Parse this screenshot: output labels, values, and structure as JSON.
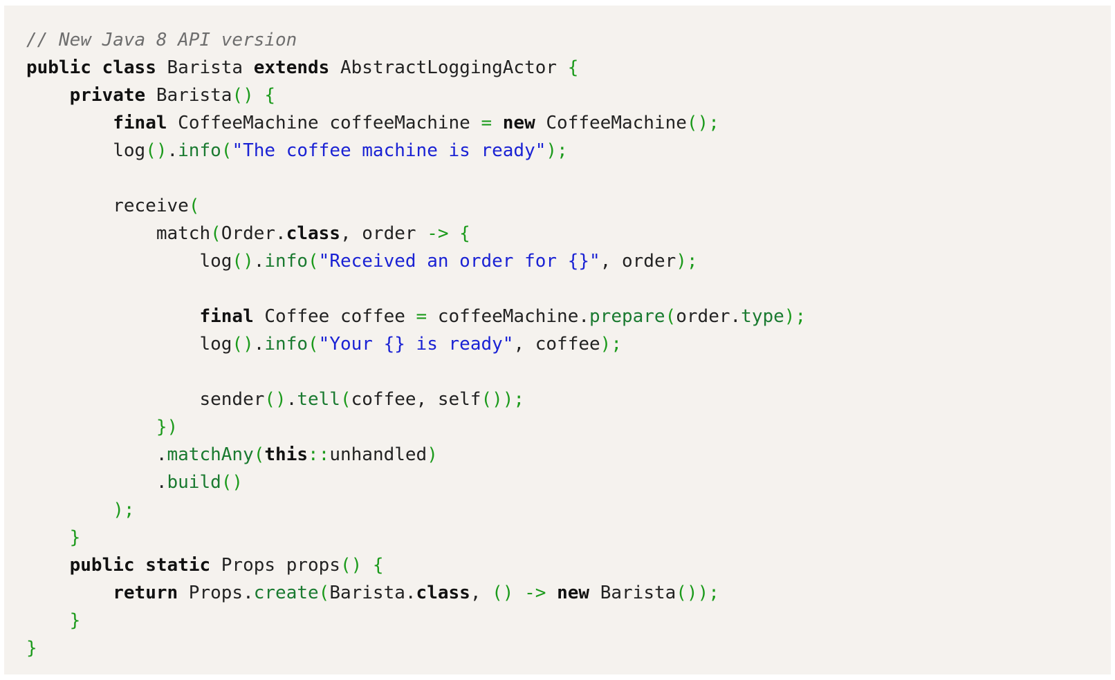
{
  "colors": {
    "background": "#f5f2ee",
    "keyword": "#111111",
    "comment": "#6e6e6e",
    "string": "#1a22d4",
    "punctuation": "#1b9a1b",
    "method": "#1a7a30",
    "identifier": "#222222"
  },
  "code": {
    "language": "java",
    "lines": [
      [
        {
          "k": "cm",
          "t": "// New Java 8 API version"
        }
      ],
      [
        {
          "k": "kw",
          "t": "public"
        },
        {
          "k": "id",
          "t": " "
        },
        {
          "k": "kw",
          "t": "class"
        },
        {
          "k": "id",
          "t": " Barista "
        },
        {
          "k": "kw",
          "t": "extends"
        },
        {
          "k": "id",
          "t": " AbstractLoggingActor "
        },
        {
          "k": "p",
          "t": "{"
        }
      ],
      [
        {
          "k": "id",
          "t": "    "
        },
        {
          "k": "kw",
          "t": "private"
        },
        {
          "k": "id",
          "t": " Barista"
        },
        {
          "k": "p",
          "t": "() {"
        }
      ],
      [
        {
          "k": "id",
          "t": "        "
        },
        {
          "k": "kw",
          "t": "final"
        },
        {
          "k": "id",
          "t": " CoffeeMachine coffeeMachine "
        },
        {
          "k": "p",
          "t": "="
        },
        {
          "k": "id",
          "t": " "
        },
        {
          "k": "kw",
          "t": "new"
        },
        {
          "k": "id",
          "t": " CoffeeMachine"
        },
        {
          "k": "p",
          "t": "();"
        }
      ],
      [
        {
          "k": "id",
          "t": "        log"
        },
        {
          "k": "p",
          "t": "()"
        },
        {
          "k": "id",
          "t": "."
        },
        {
          "k": "m",
          "t": "info"
        },
        {
          "k": "p",
          "t": "("
        },
        {
          "k": "str",
          "t": "\"The coffee machine is ready\""
        },
        {
          "k": "p",
          "t": ");"
        }
      ],
      [],
      [
        {
          "k": "id",
          "t": "        receive"
        },
        {
          "k": "p",
          "t": "("
        }
      ],
      [
        {
          "k": "id",
          "t": "            match"
        },
        {
          "k": "p",
          "t": "("
        },
        {
          "k": "id",
          "t": "Order."
        },
        {
          "k": "kw",
          "t": "class"
        },
        {
          "k": "id",
          "t": ", order "
        },
        {
          "k": "p",
          "t": "-> {"
        }
      ],
      [
        {
          "k": "id",
          "t": "                log"
        },
        {
          "k": "p",
          "t": "()"
        },
        {
          "k": "id",
          "t": "."
        },
        {
          "k": "m",
          "t": "info"
        },
        {
          "k": "p",
          "t": "("
        },
        {
          "k": "str",
          "t": "\"Received an order for {}\""
        },
        {
          "k": "id",
          "t": ", order"
        },
        {
          "k": "p",
          "t": ");"
        }
      ],
      [],
      [
        {
          "k": "id",
          "t": "                "
        },
        {
          "k": "kw",
          "t": "final"
        },
        {
          "k": "id",
          "t": " Coffee coffee "
        },
        {
          "k": "p",
          "t": "="
        },
        {
          "k": "id",
          "t": " coffeeMachine."
        },
        {
          "k": "m",
          "t": "prepare"
        },
        {
          "k": "p",
          "t": "("
        },
        {
          "k": "id",
          "t": "order."
        },
        {
          "k": "m",
          "t": "type"
        },
        {
          "k": "p",
          "t": ");"
        }
      ],
      [
        {
          "k": "id",
          "t": "                log"
        },
        {
          "k": "p",
          "t": "()"
        },
        {
          "k": "id",
          "t": "."
        },
        {
          "k": "m",
          "t": "info"
        },
        {
          "k": "p",
          "t": "("
        },
        {
          "k": "str",
          "t": "\"Your {} is ready\""
        },
        {
          "k": "id",
          "t": ", coffee"
        },
        {
          "k": "p",
          "t": ");"
        }
      ],
      [],
      [
        {
          "k": "id",
          "t": "                sender"
        },
        {
          "k": "p",
          "t": "()"
        },
        {
          "k": "id",
          "t": "."
        },
        {
          "k": "m",
          "t": "tell"
        },
        {
          "k": "p",
          "t": "("
        },
        {
          "k": "id",
          "t": "coffee, self"
        },
        {
          "k": "p",
          "t": "());"
        }
      ],
      [
        {
          "k": "id",
          "t": "            "
        },
        {
          "k": "p",
          "t": "})"
        }
      ],
      [
        {
          "k": "id",
          "t": "            ."
        },
        {
          "k": "m",
          "t": "matchAny"
        },
        {
          "k": "p",
          "t": "("
        },
        {
          "k": "kw",
          "t": "this"
        },
        {
          "k": "p",
          "t": "::"
        },
        {
          "k": "id",
          "t": "unhandled"
        },
        {
          "k": "p",
          "t": ")"
        }
      ],
      [
        {
          "k": "id",
          "t": "            ."
        },
        {
          "k": "m",
          "t": "build"
        },
        {
          "k": "p",
          "t": "()"
        }
      ],
      [
        {
          "k": "id",
          "t": "        "
        },
        {
          "k": "p",
          "t": ");"
        }
      ],
      [
        {
          "k": "id",
          "t": "    "
        },
        {
          "k": "p",
          "t": "}"
        }
      ],
      [
        {
          "k": "id",
          "t": "    "
        },
        {
          "k": "kw",
          "t": "public"
        },
        {
          "k": "id",
          "t": " "
        },
        {
          "k": "kw",
          "t": "static"
        },
        {
          "k": "id",
          "t": " Props props"
        },
        {
          "k": "p",
          "t": "() {"
        }
      ],
      [
        {
          "k": "id",
          "t": "        "
        },
        {
          "k": "kw",
          "t": "return"
        },
        {
          "k": "id",
          "t": " Props."
        },
        {
          "k": "m",
          "t": "create"
        },
        {
          "k": "p",
          "t": "("
        },
        {
          "k": "id",
          "t": "Barista."
        },
        {
          "k": "kw",
          "t": "class"
        },
        {
          "k": "id",
          "t": ", "
        },
        {
          "k": "p",
          "t": "() ->"
        },
        {
          "k": "id",
          "t": " "
        },
        {
          "k": "kw",
          "t": "new"
        },
        {
          "k": "id",
          "t": " Barista"
        },
        {
          "k": "p",
          "t": "());"
        }
      ],
      [
        {
          "k": "id",
          "t": "    "
        },
        {
          "k": "p",
          "t": "}"
        }
      ],
      [
        {
          "k": "p",
          "t": "}"
        }
      ]
    ]
  }
}
